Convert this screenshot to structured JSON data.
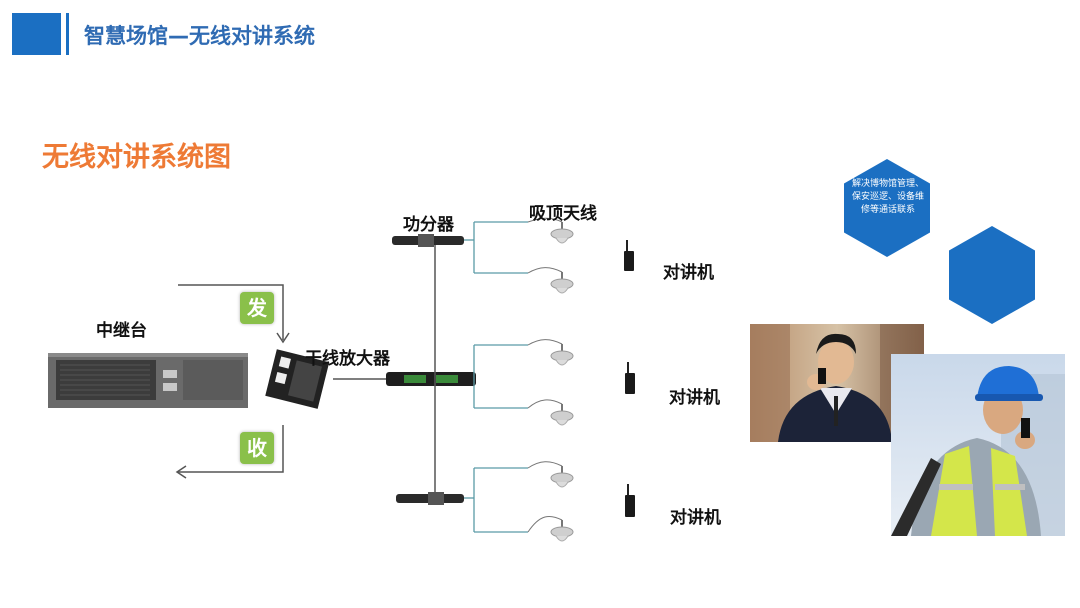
{
  "header": {
    "title": "智慧场馆—无线对讲系统"
  },
  "section_title": "无线对讲系统图",
  "labels": {
    "repeater": "中继台",
    "send": "发",
    "receive": "收",
    "line_amplifier": "干线放大器",
    "power_splitter": "功分器",
    "ceiling_antenna": "吸顶天线",
    "walkie_talkie_1": "对讲机",
    "walkie_talkie_2": "对讲机",
    "walkie_talkie_3": "对讲机"
  },
  "callout": {
    "text": "解决博物馆管理、保安巡逻、设备维修等通话联系"
  },
  "colors": {
    "brand_blue": "#1b6fc2",
    "title_orange": "#ee7a35",
    "tag_green": "#8ac04a",
    "line_teal": "#5a9aa6"
  }
}
